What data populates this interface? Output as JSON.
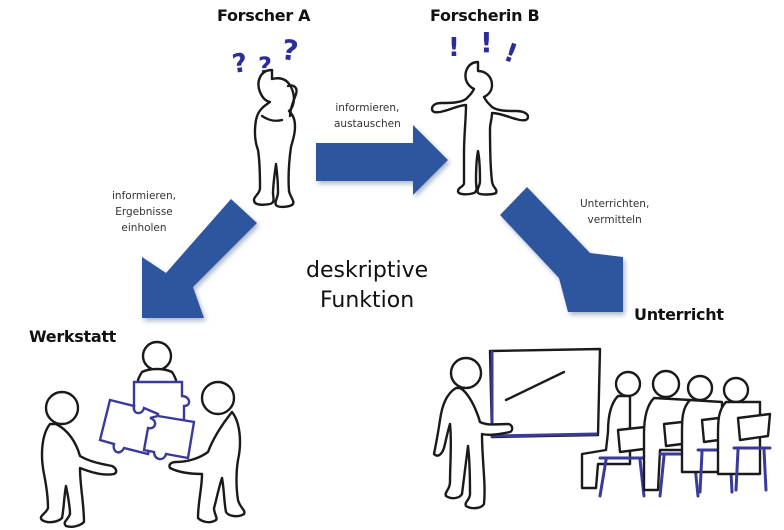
{
  "diagram": {
    "center": {
      "line1": "deskriptive",
      "line2": "Funktion"
    },
    "nodes": {
      "researcher_a": {
        "title": "Forscher A",
        "symbol": "question-marks"
      },
      "researcher_b": {
        "title": "Forscherin B",
        "symbol": "exclamation-marks"
      },
      "workshop": {
        "title": "Werkstatt"
      },
      "teaching": {
        "title": "Unterricht"
      }
    },
    "edges": [
      {
        "from": "Forscher A",
        "to": "Forscherin B",
        "line1": "informieren,",
        "line2": "austauschen"
      },
      {
        "from": "Forscher A",
        "to": "Werkstatt",
        "line1": "informieren,",
        "line2": "Ergebnisse",
        "line3": "einholen"
      },
      {
        "from": "Forscherin B",
        "to": "Unterricht",
        "line1": "Unterrichten,",
        "line2": "vermitteln"
      }
    ],
    "colors": {
      "arrow": "#2e569e",
      "arrow_shadow": "#9aa7c0",
      "ink": "#1a1a1a",
      "accent_ink": "#2d2d9a"
    }
  }
}
